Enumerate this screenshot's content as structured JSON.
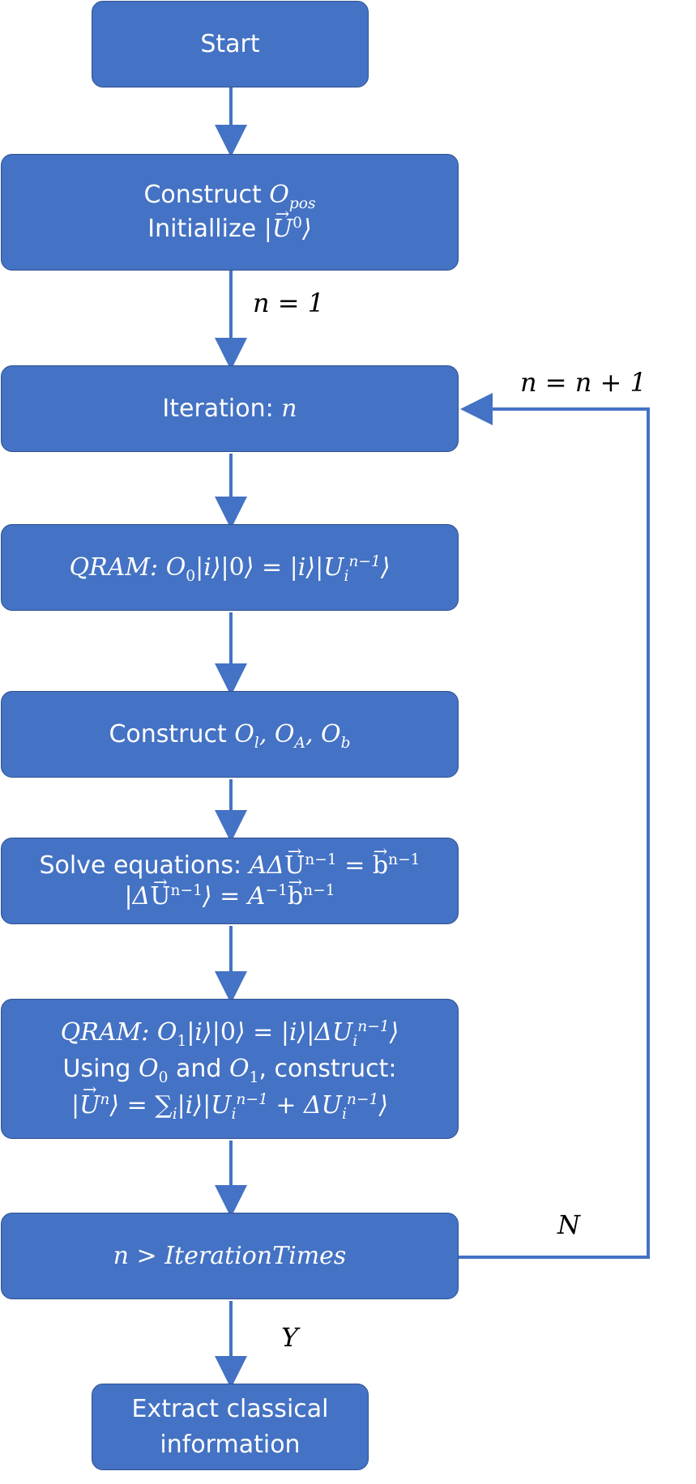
{
  "nodes": {
    "start": "Start",
    "construct_word": "Construct",
    "initialize_word": "Initiallize",
    "iteration_word": "Iteration:",
    "qram_word": "QRAM",
    "solve_word": "Solve equations:",
    "using_word": "Using",
    "and_word": "and",
    "construct_tail": ", construct:",
    "extract_line1": "Extract classical",
    "extract_line2": "information"
  },
  "edge_labels": {
    "init": "n = 1",
    "increment": "n = n + 1",
    "no": "N",
    "yes": "Y"
  },
  "colors": {
    "box_fill": "#4472c4",
    "box_border": "#2f528f",
    "arrow": "#4472c4"
  }
}
